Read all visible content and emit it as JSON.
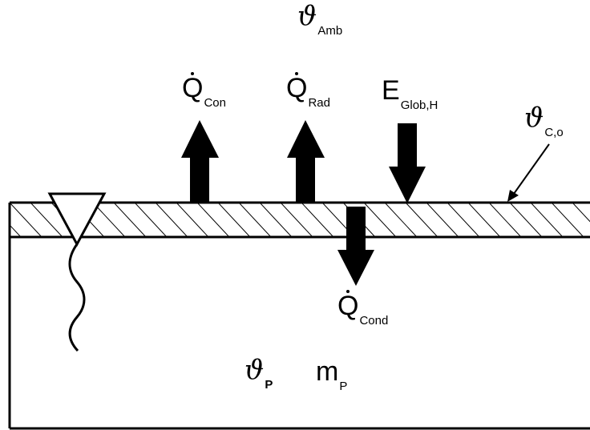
{
  "ambient_temp": {
    "symbol": "ϑ",
    "subscript": "Amb"
  },
  "heat_flows": {
    "convection": {
      "symbol": "Q",
      "subscript": "Con"
    },
    "radiation": {
      "symbol": "Q",
      "subscript": "Rad"
    },
    "conduction": {
      "symbol": "Q",
      "subscript": "Cond"
    }
  },
  "global_irradiance": {
    "symbol": "E",
    "subscript": "Glob,H"
  },
  "cover_outer_temp": {
    "symbol": "ϑ",
    "subscript": "C,o"
  },
  "pool_temp": {
    "symbol": "ϑ",
    "subscript": "P"
  },
  "pool_mass": {
    "symbol": "m",
    "subscript": "P"
  },
  "colors": {
    "line": "#000000",
    "background": "#ffffff"
  }
}
